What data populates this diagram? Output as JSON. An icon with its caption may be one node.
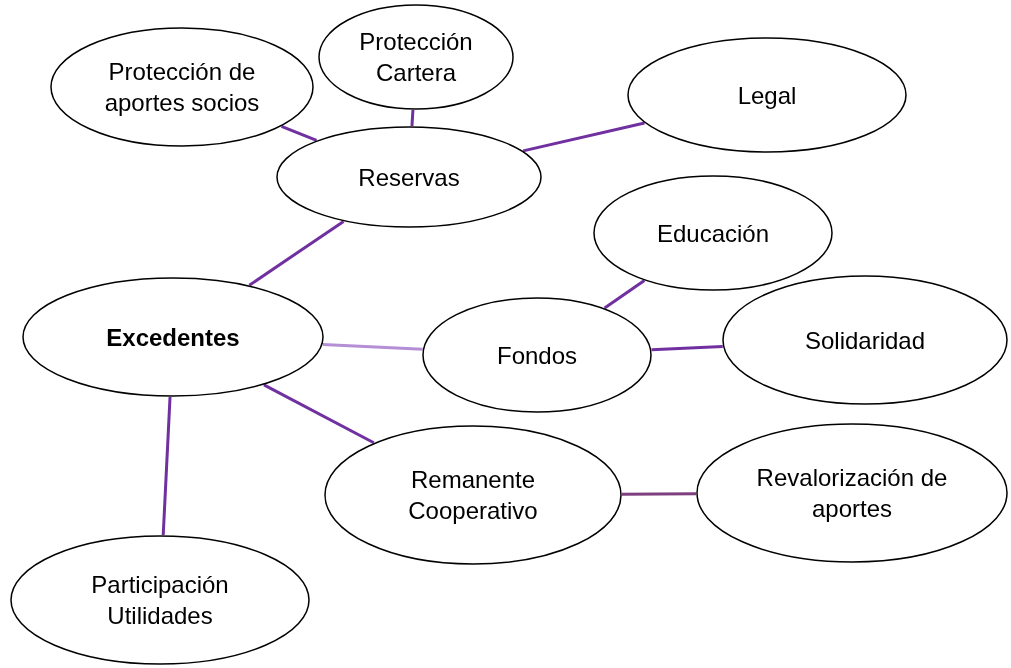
{
  "diagram": {
    "nodes": [
      {
        "text": [
          "Protección de aportes socios"
        ]
      },
      {
        "text": [
          "Protección Cartera"
        ]
      },
      {
        "text": [
          "Legal"
        ]
      },
      {
        "text": [
          "Reservas"
        ]
      },
      {
        "text": [
          "Educación"
        ]
      },
      {
        "text": [
          "Excedentes"
        ]
      },
      {
        "text": [
          "Fondos"
        ]
      },
      {
        "text": [
          "Solidaridad"
        ]
      },
      {
        "text": [
          "Remanente Cooperativo"
        ]
      },
      {
        "text": [
          "Revalorización de aportes"
        ]
      },
      {
        "text": [
          "Participación Utilidades"
        ]
      }
    ],
    "edges": [
      {
        "from": 3,
        "to": 0,
        "arrow": "none"
      },
      {
        "from": 3,
        "to": 1,
        "arrow": "none"
      },
      {
        "from": 3,
        "to": 2,
        "arrow": "none"
      },
      {
        "from": 5,
        "to": 3,
        "arrow": "none"
      },
      {
        "from": 5,
        "to": 6,
        "arrow": "none",
        "color": "#b48fd6"
      },
      {
        "from": 6,
        "to": 4,
        "arrow": "none"
      },
      {
        "from": 6,
        "to": 7,
        "arrow": "none"
      },
      {
        "from": 5,
        "to": 8,
        "arrow": "none"
      },
      {
        "from": 8,
        "to": 9,
        "arrow": "none",
        "color": "#7e3f7f"
      },
      {
        "from": 5,
        "to": 10,
        "arrow": "none"
      }
    ]
  }
}
